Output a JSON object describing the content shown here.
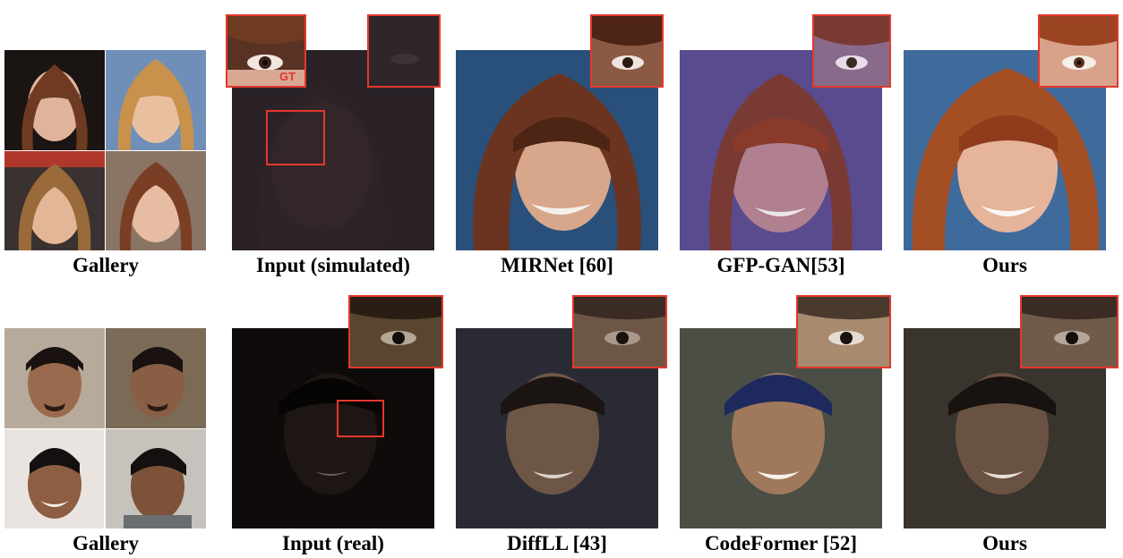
{
  "figure": {
    "row1": {
      "captions": [
        "Gallery",
        "Input (simulated)",
        "MIRNet [60]",
        "GFP-GAN[53]",
        "Ours"
      ],
      "gt_label": "GT"
    },
    "row2": {
      "captions": [
        "Gallery",
        "Input (real)",
        "DiffLL [43]",
        "CodeFormer [52]",
        "Ours"
      ]
    }
  },
  "colors": {
    "highlight_box": "#e2382d"
  }
}
